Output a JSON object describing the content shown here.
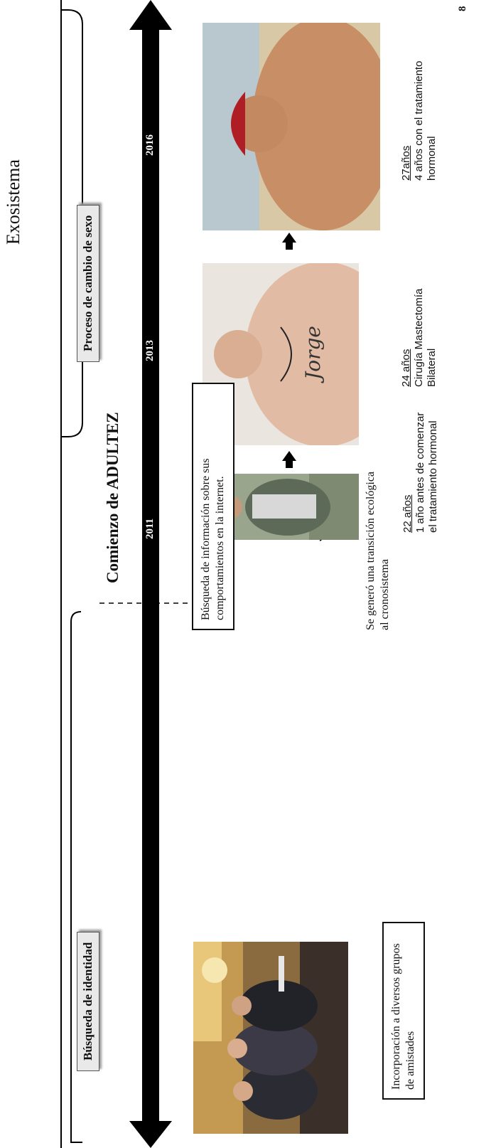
{
  "page_number": "8",
  "exosystem_label": "Exosistema",
  "phases": {
    "identity": "Búsqueda de identidad",
    "sex_change": "Proceso de cambio de sexo"
  },
  "adulthood_label": "Comienzo de ADULTEZ",
  "years": [
    "2011",
    "2013",
    "2016"
  ],
  "boxes": {
    "search": "Búsqueda de información sobre sus comportamientos en la internet.",
    "friends": "Incorporación a diversos grupos de amistades"
  },
  "ecological_note": "Se generó una transición ecológica al cronosistema",
  "captions": {
    "age_22": {
      "age": "22 años",
      "text": "1 año antes de comenzar el tratamiento hormonal"
    },
    "age_24": {
      "age": "24 años",
      "text": "Cirugía Mastectomía Bilateral"
    },
    "age_27": {
      "age": "27años",
      "text": "4 años con el tratamiento hormonal"
    }
  },
  "colors": {
    "timeline": "#000000",
    "phase_box": "#e9e9e9"
  }
}
